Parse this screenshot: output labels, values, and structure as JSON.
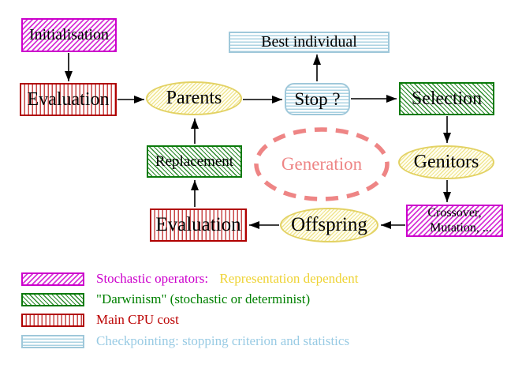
{
  "diagram": {
    "nodes": {
      "initialisation": {
        "label": "Initialisation"
      },
      "evaluation_top": {
        "label": "Evaluation"
      },
      "parents": {
        "label": "Parents"
      },
      "stop": {
        "label": "Stop ?"
      },
      "best_individual": {
        "label": "Best individual"
      },
      "selection": {
        "label": "Selection"
      },
      "genitors": {
        "label": "Genitors"
      },
      "crossover_mutation": {
        "line1": "Crossover,",
        "line2": "Mutation, ..."
      },
      "offspring": {
        "label": "Offspring"
      },
      "evaluation_bottom": {
        "label": "Evaluation"
      },
      "replacement": {
        "label": "Replacement"
      },
      "generation": {
        "label": "Generation"
      }
    },
    "legend": {
      "items": [
        {
          "swatch": "magenta-hatch",
          "label": "Stochastic operators:",
          "label2": "Representation dependent"
        },
        {
          "swatch": "green-hatch",
          "label": "\"Darwinism\" (stochastic or determinist)"
        },
        {
          "swatch": "red-vertical-stripes",
          "label": "Main CPU cost"
        },
        {
          "swatch": "cyan-horizontal-stripes",
          "label": "Checkpointing: stopping criterion and statistics"
        }
      ]
    },
    "colors": {
      "magenta": "#cc00cc",
      "green_border": "#0a7a0a",
      "green_text": "#008000",
      "red_border": "#b00000",
      "red_text": "#bb0000",
      "yellow_border": "#e3d264",
      "gold_text": "#eed335",
      "cyan_border": "#9fc8da",
      "cyan_text": "#99cbe4",
      "salmon": "#ee8585",
      "arrow_black": "#000000"
    }
  }
}
